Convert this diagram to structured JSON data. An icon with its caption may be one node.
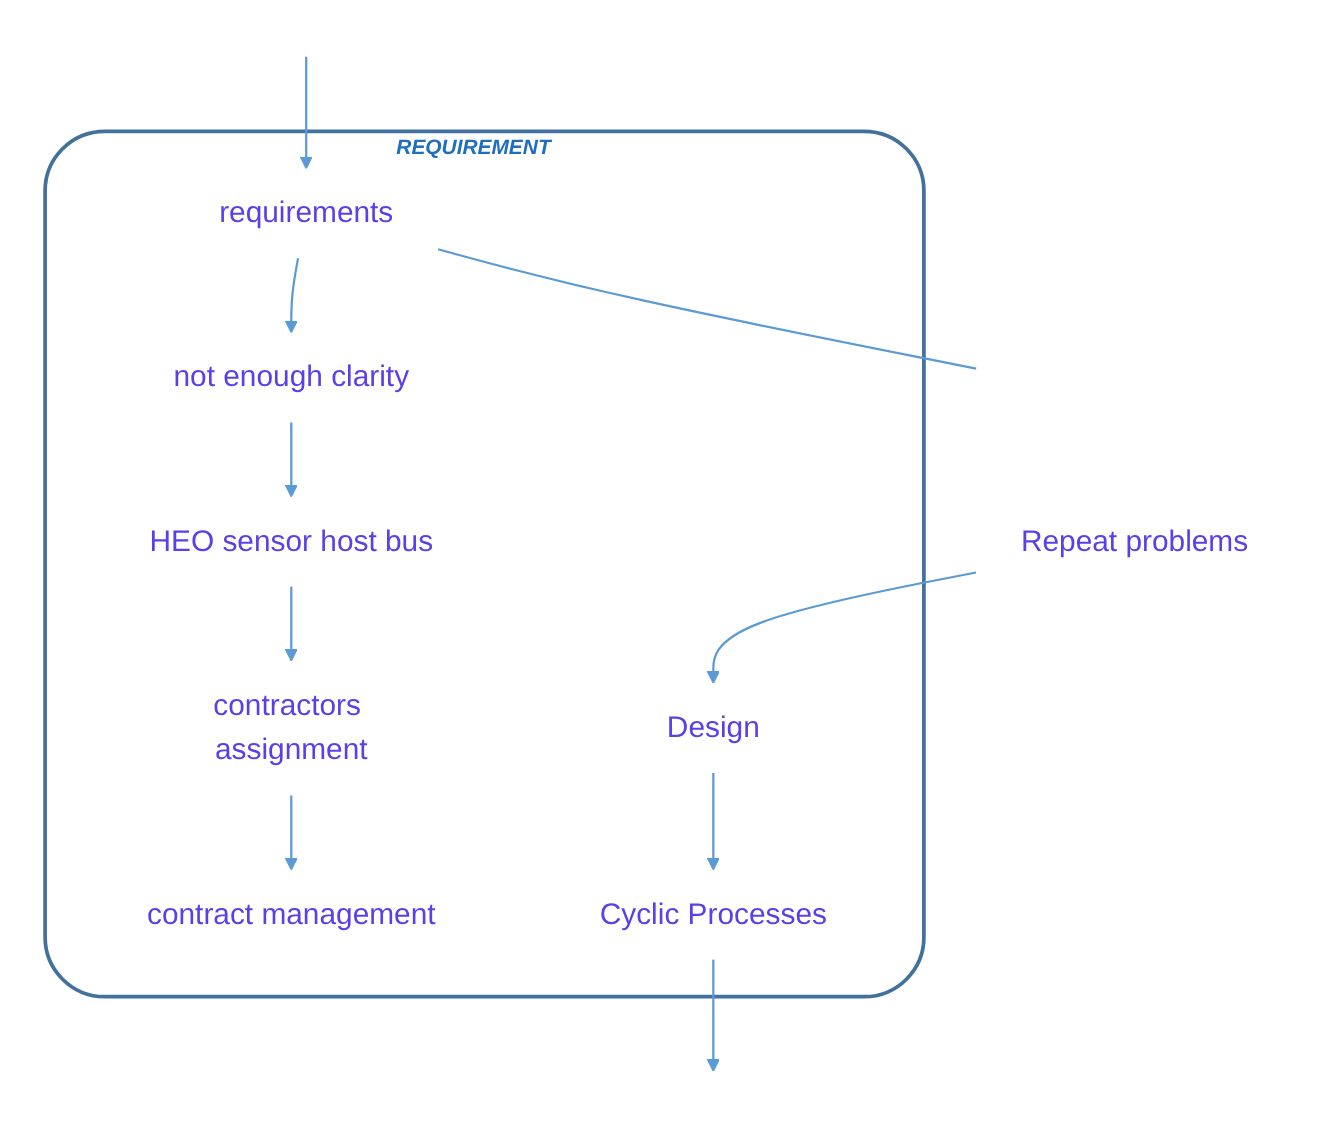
{
  "diagram": {
    "nodes": [
      {
        "text": [
          "REQUIREMENT"
        ]
      },
      {
        "text": [
          "requirements"
        ],
        "in": 0
      },
      {
        "text": [
          "not enough clarity"
        ],
        "in": 0
      },
      {
        "text": [
          "HEO sensor host bus"
        ],
        "in": 0
      },
      {
        "text": [
          "contractors assignment"
        ],
        "in": 0
      },
      {
        "text": [
          "contract management"
        ],
        "in": 0
      },
      {
        "text": [
          "Cyclic Processes"
        ],
        "in": 0
      },
      {
        "text": [
          "Design"
        ],
        "in": 0
      },
      {
        "text": [
          "Repeat problems"
        ]
      }
    ],
    "edges": [
      {
        "from": null,
        "to": 1,
        "arrow": "to"
      },
      {
        "from": 1,
        "to": 2,
        "arrow": "to"
      },
      {
        "from": 2,
        "to": 3,
        "arrow": "to"
      },
      {
        "from": 3,
        "to": 4,
        "arrow": "to"
      },
      {
        "from": 4,
        "to": 5,
        "arrow": "to"
      },
      {
        "from": 1,
        "to": null,
        "arrow": "none"
      },
      {
        "from": 8,
        "to": 7,
        "arrow": "to"
      },
      {
        "from": 7,
        "to": 6,
        "arrow": "to"
      },
      {
        "from": 6,
        "to": null,
        "arrow": "to"
      }
    ]
  }
}
